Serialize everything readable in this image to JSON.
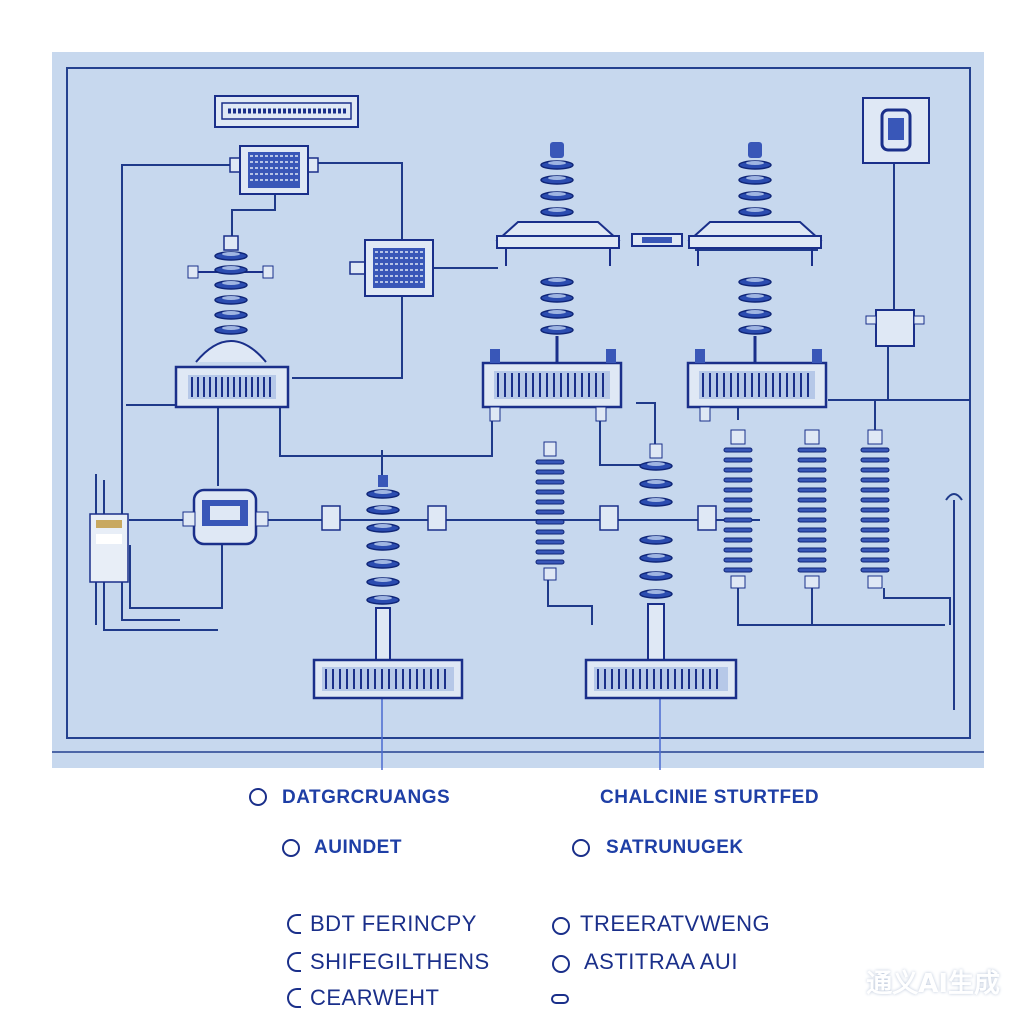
{
  "colors": {
    "panel_fill": "#c7d8ee",
    "panel_border": "#24418f",
    "line": "#1f3a8a",
    "component_fill": "#dfe8f5",
    "insulator": "#2b4cb0",
    "label_blue": "#1e3fa6",
    "label_dark": "#1a2f8a"
  },
  "icons": [
    "panel-frame",
    "insulator-stack-icon",
    "transformer-box-icon",
    "gauge-box-icon",
    "meter-icon",
    "relay-module-icon",
    "connector-icon"
  ],
  "labels": {
    "left_title": "DATGRCRUANGS",
    "right_title": "CHALCINIE STURTFED",
    "left_sub": "AUINDET",
    "right_sub": "SATRUNUGEK",
    "list_left": [
      "BDT FERINCPY",
      "SHIFEGILTHENS",
      "CEARWEHT"
    ],
    "list_right": [
      "TREERATVWENG",
      "ASTITRAA AUI",
      ""
    ]
  },
  "watermark": "通义AI生成"
}
